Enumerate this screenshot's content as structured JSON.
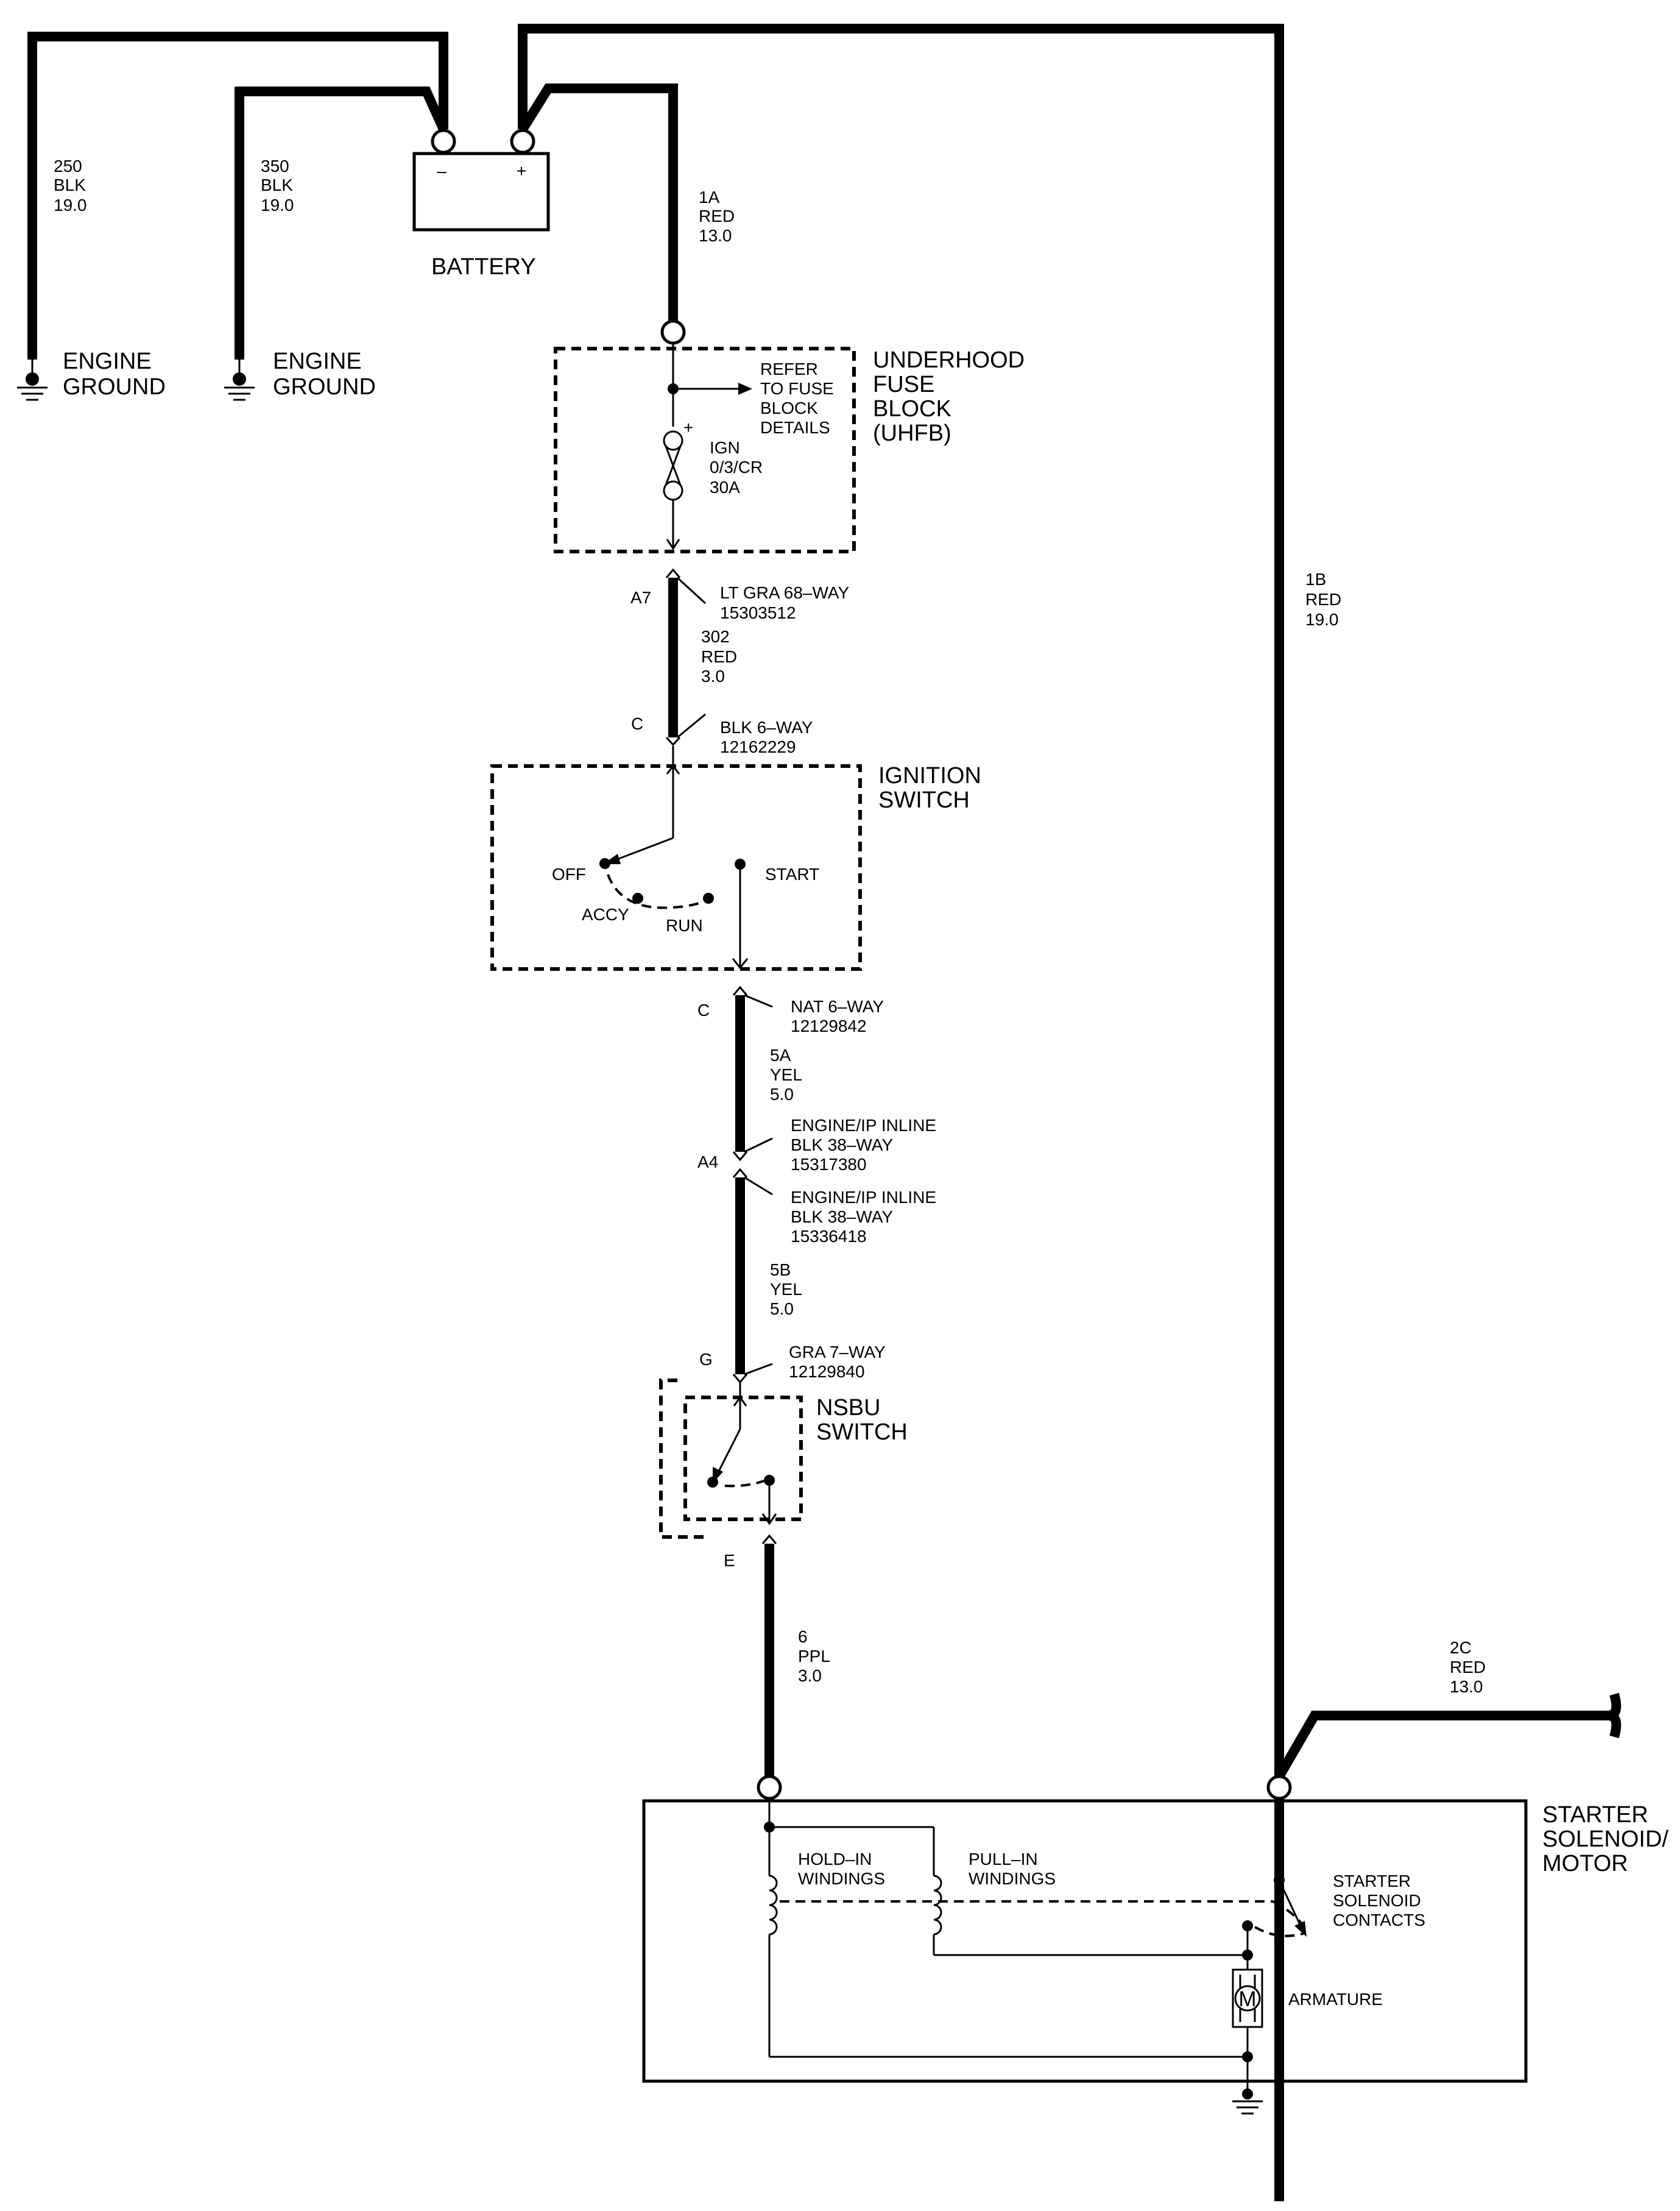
{
  "battery": {
    "label": "BATTERY",
    "neg": "–",
    "pos": "+"
  },
  "grounds": [
    {
      "label_line1": "ENGINE",
      "label_line2": "GROUND"
    },
    {
      "label_line1": "ENGINE",
      "label_line2": "GROUND"
    }
  ],
  "wires": {
    "w250": [
      "250",
      "BLK",
      "19.0"
    ],
    "w350": [
      "350",
      "BLK",
      "19.0"
    ],
    "w1a": [
      "1A",
      "RED",
      "13.0"
    ],
    "w1b": [
      "1B",
      "RED",
      "19.0"
    ],
    "w302": [
      "302",
      "RED",
      "3.0"
    ],
    "w5a": [
      "5A",
      "YEL",
      "5.0"
    ],
    "w5b": [
      "5B",
      "YEL",
      "5.0"
    ],
    "w6": [
      "6",
      "PPL",
      "3.0"
    ],
    "w2c": [
      "2C",
      "RED",
      "13.0"
    ]
  },
  "uhfb": {
    "title": [
      "UNDERHOOD",
      "FUSE",
      "BLOCK",
      "(UHFB)"
    ],
    "refer": [
      "REFER",
      "TO FUSE",
      "BLOCK",
      "DETAILS"
    ],
    "fuse": [
      "IGN",
      "0/3/CR",
      "30A"
    ],
    "plus": "+"
  },
  "connectors": {
    "c_a7": {
      "pin": "A7",
      "lines": [
        "LT GRA 68–WAY",
        "15303512"
      ]
    },
    "c_ign_in": {
      "pin": "C",
      "lines": [
        "BLK 6–WAY",
        "12162229"
      ]
    },
    "c_ign_out": {
      "pin": "C",
      "lines": [
        "NAT 6–WAY",
        "12129842"
      ]
    },
    "c_a4_top": {
      "pin": "A4",
      "lines": [
        "ENGINE/IP INLINE",
        "BLK 38–WAY",
        "15317380"
      ]
    },
    "c_a4_bot": {
      "lines": [
        "ENGINE/IP INLINE",
        "BLK 38–WAY",
        "15336418"
      ]
    },
    "c_g": {
      "pin": "G",
      "lines": [
        "GRA 7–WAY",
        "12129840"
      ]
    },
    "c_e": {
      "pin": "E"
    }
  },
  "ignition_switch": {
    "title": [
      "IGNITION",
      "SWITCH"
    ],
    "positions": {
      "off": "OFF",
      "accy": "ACCY",
      "run": "RUN",
      "start": "START"
    }
  },
  "nsbu": {
    "title": [
      "NSBU",
      "SWITCH"
    ]
  },
  "starter": {
    "title": [
      "STARTER",
      "SOLENOID/",
      "MOTOR"
    ],
    "hold": [
      "HOLD–IN",
      "WINDINGS"
    ],
    "pull": [
      "PULL–IN",
      "WINDINGS"
    ],
    "contacts": [
      "STARTER",
      "SOLENOID",
      "CONTACTS"
    ],
    "armature": "ARMATURE",
    "motor_symbol": "M"
  }
}
